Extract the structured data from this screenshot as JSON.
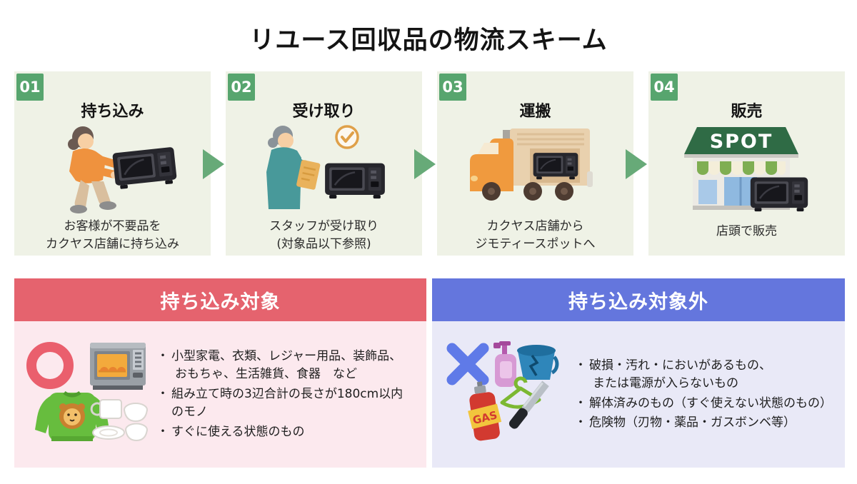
{
  "page": {
    "title": "リユース回収品の物流スキーム"
  },
  "steps": [
    {
      "number": "01",
      "title": "持ち込み",
      "desc": [
        "お客様が不要品を",
        "カクヤス店舗に持ち込み"
      ],
      "illustration": "customer-carrying-microwave"
    },
    {
      "number": "02",
      "title": "受け取り",
      "desc": [
        "スタッフが受け取り",
        "(対象品以下参照)"
      ],
      "illustration": "staff-checking-item-with-clipboard"
    },
    {
      "number": "03",
      "title": "運搬",
      "desc": [
        "カクヤス店舗から",
        "ジモティースポットへ"
      ],
      "illustration": "delivery-truck-with-microwave"
    },
    {
      "number": "04",
      "title": "販売",
      "desc": [
        "店頭で販売"
      ],
      "store_sign": "SPOT",
      "illustration": "spot-storefront-with-microwave"
    }
  ],
  "accepted": {
    "title": "持ち込み対象",
    "bullet": "・",
    "mark": "circle-ok",
    "icons": [
      "circle-mark",
      "toaster-oven",
      "lion-sweater",
      "dishes"
    ],
    "items": [
      [
        "小型家電、衣類、レジャー用品、装飾品、",
        "おもちゃ、生活雑貨、食器　など"
      ],
      [
        "組み立て時の3辺合計の長さが180cm以内のモノ"
      ],
      [
        "すぐに使える状態のもの"
      ]
    ]
  },
  "not_accepted": {
    "title": "持ち込み対象外",
    "bullet": "・",
    "mark": "cross-ng",
    "gas_label": "GAS",
    "icons": [
      "cross-mark",
      "pump-bottle",
      "cracked-bucket",
      "bent-hanger",
      "gas-canister",
      "knife"
    ],
    "items": [
      [
        "破損・汚れ・においがあるもの、",
        "または電源が入らないもの"
      ],
      [
        "解体済みのもの（すぐ使えない状態のもの）"
      ],
      [
        "危険物（刃物・薬品・ガスボンベ等）"
      ]
    ]
  },
  "colors": {
    "step_box_bg": "#eff2e6",
    "step_badge": "#57a56e",
    "flow_arrow": "#67aa78",
    "accepted_header": "#e5636e",
    "accepted_body": "#fce9ee",
    "not_accepted_header": "#6476dd",
    "not_accepted_body": "#e9e9f7",
    "check_mark": "#dfa049",
    "circle_mark": "#ea5f6d",
    "cross_mark": "#5f7ae8"
  }
}
